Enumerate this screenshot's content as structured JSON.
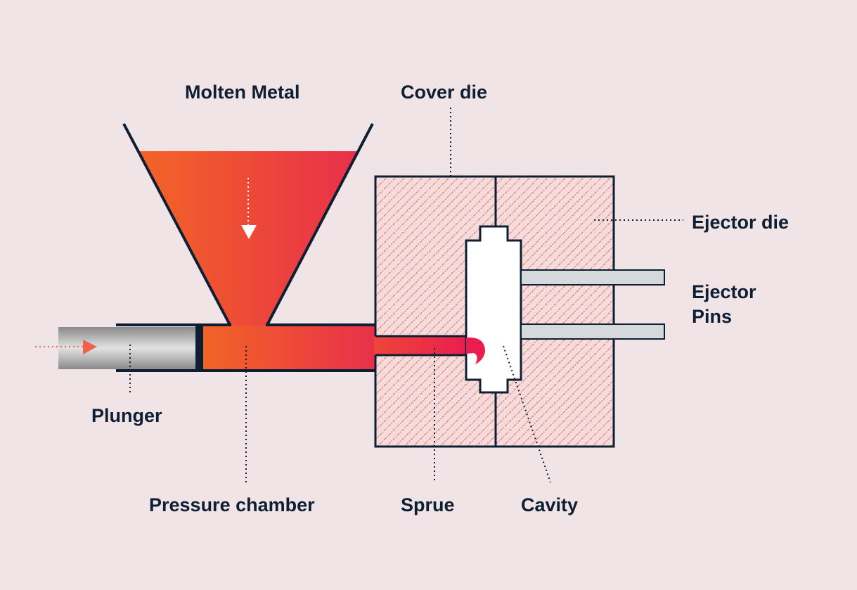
{
  "labels": {
    "molten_metal": "Molten Metal",
    "cover_die": "Cover die",
    "ejector_die": "Ejector die",
    "ejector_pins_line1": "Ejector",
    "ejector_pins_line2": "Pins",
    "plunger": "Plunger",
    "pressure_chamber": "Pressure chamber",
    "sprue": "Sprue",
    "cavity": "Cavity"
  },
  "colors": {
    "background": "#f1e4e7",
    "outline": "#0f1f33",
    "molten_start": "#f26426",
    "molten_end": "#e8304a",
    "die_hatch": "#f0604f",
    "pin_fill": "#d5d8dd"
  }
}
